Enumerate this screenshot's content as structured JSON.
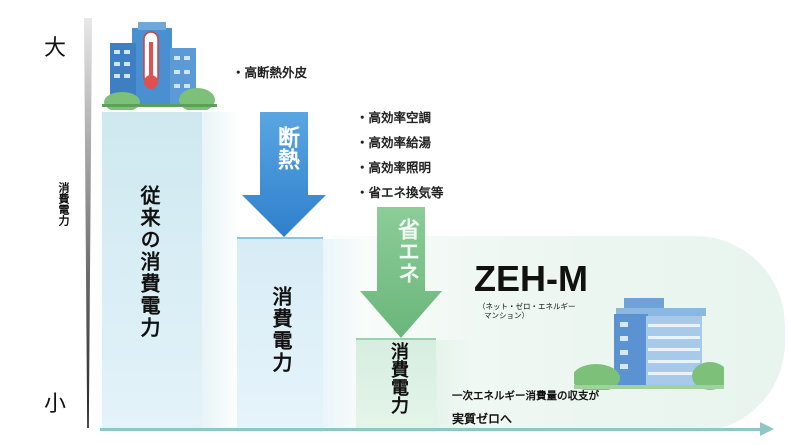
{
  "axis": {
    "high_label": "大",
    "low_label": "小",
    "y_title": "消費電力"
  },
  "stages": [
    {
      "label": "従来の消費電力"
    },
    {
      "label": "消費電力",
      "arrow_label": "断熱",
      "measures": [
        "・高断熱外皮"
      ]
    },
    {
      "label": "消費電力",
      "arrow_label": "省エネ",
      "measures": [
        "・高効率空調",
        "・高効率給湯",
        "・高効率照明",
        "・省エネ換気等"
      ]
    }
  ],
  "zeh": {
    "title": "ZEH-M",
    "subtitle_line1": "（ネット・ゼロ・エネルギー",
    "subtitle_line2": "マンション）",
    "note_line1": "一次エネルギー消費量の収支が",
    "note_line2": "実質ゼロへ"
  },
  "colors": {
    "insulation_arrow": "#3a8fd6",
    "energy_arrow": "#7cc08a",
    "axis": "#8fc7c5"
  }
}
